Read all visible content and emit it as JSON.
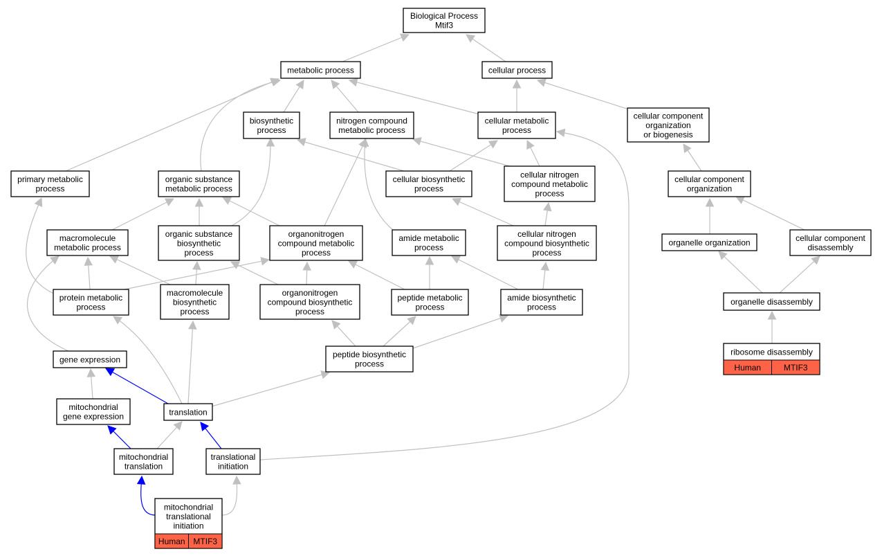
{
  "colors": {
    "edge_is_a": "#c0c0c0",
    "edge_annotated": "#0000ff",
    "annotation_fill": "#ff6347",
    "node_border": "#000000",
    "node_fill": "#ffffff"
  },
  "nodes": {
    "bp": {
      "lines": [
        "Biological Process",
        "Mtif3"
      ]
    },
    "metabolic": {
      "lines": [
        "metabolic process"
      ]
    },
    "cellular": {
      "lines": [
        "cellular process"
      ]
    },
    "biosynthetic": {
      "lines": [
        "biosynthetic",
        "process"
      ]
    },
    "nitrogen_compound_metabolic": {
      "lines": [
        "nitrogen compound",
        "metabolic process"
      ]
    },
    "cellular_metabolic": {
      "lines": [
        "cellular metabolic",
        "process"
      ]
    },
    "ccob": {
      "lines": [
        "cellular component",
        "organization",
        "or biogenesis"
      ]
    },
    "primary_metabolic": {
      "lines": [
        "primary metabolic",
        "process"
      ]
    },
    "organic_substance_metabolic": {
      "lines": [
        "organic substance",
        "metabolic process"
      ]
    },
    "cellular_biosynthetic": {
      "lines": [
        "cellular biosynthetic",
        "process"
      ]
    },
    "cellular_nitrogen_compound_metabolic": {
      "lines": [
        "cellular nitrogen",
        "compound metabolic",
        "process"
      ]
    },
    "cc_organization": {
      "lines": [
        "cellular component",
        "organization"
      ]
    },
    "macromolecule_metabolic": {
      "lines": [
        "macromolecule",
        "metabolic process"
      ]
    },
    "organic_substance_biosynthetic": {
      "lines": [
        "organic substance",
        "biosynthetic",
        "process"
      ]
    },
    "organonitrogen_metabolic": {
      "lines": [
        "organonitrogen",
        "compound metabolic",
        "process"
      ]
    },
    "amide_metabolic": {
      "lines": [
        "amide metabolic",
        "process"
      ]
    },
    "cellular_nitrogen_biosynthetic": {
      "lines": [
        "cellular nitrogen",
        "compound biosynthetic",
        "process"
      ]
    },
    "organelle_organization": {
      "lines": [
        "organelle organization"
      ]
    },
    "cc_disassembly": {
      "lines": [
        "cellular component",
        "disassembly"
      ]
    },
    "protein_metabolic": {
      "lines": [
        "protein metabolic",
        "process"
      ]
    },
    "macromolecule_biosynthetic": {
      "lines": [
        "macromolecule",
        "biosynthetic",
        "process"
      ]
    },
    "organonitrogen_biosynthetic": {
      "lines": [
        "organonitrogen",
        "compound biosynthetic",
        "process"
      ]
    },
    "peptide_metabolic": {
      "lines": [
        "peptide metabolic",
        "process"
      ]
    },
    "amide_biosynthetic": {
      "lines": [
        "amide biosynthetic",
        "process"
      ]
    },
    "organelle_disassembly": {
      "lines": [
        "organelle disassembly"
      ]
    },
    "gene_expression": {
      "lines": [
        "gene expression"
      ]
    },
    "peptide_biosynthetic": {
      "lines": [
        "peptide biosynthetic",
        "process"
      ]
    },
    "ribosome_disassembly": {
      "lines": [
        "ribosome disassembly"
      ],
      "annotations": [
        "Human",
        "MTIF3"
      ]
    },
    "mito_gene_expression": {
      "lines": [
        "mitochondrial",
        "gene expression"
      ]
    },
    "translation": {
      "lines": [
        "translation"
      ]
    },
    "mito_translation": {
      "lines": [
        "mitochondrial",
        "translation"
      ]
    },
    "translational_initiation": {
      "lines": [
        "translational",
        "initiation"
      ]
    },
    "mito_translational_initiation": {
      "lines": [
        "mitochondrial",
        "translational",
        "initiation"
      ],
      "annotations": [
        "Human",
        "MTIF3"
      ]
    }
  },
  "edges": [
    {
      "from": "metabolic",
      "to": "bp",
      "type": "is_a"
    },
    {
      "from": "cellular",
      "to": "bp",
      "type": "is_a"
    },
    {
      "from": "biosynthetic",
      "to": "metabolic",
      "type": "is_a"
    },
    {
      "from": "nitrogen_compound_metabolic",
      "to": "metabolic",
      "type": "is_a"
    },
    {
      "from": "cellular_metabolic",
      "to": "metabolic",
      "type": "is_a"
    },
    {
      "from": "cellular_metabolic",
      "to": "cellular",
      "type": "is_a"
    },
    {
      "from": "ccob",
      "to": "cellular",
      "type": "is_a"
    },
    {
      "from": "primary_metabolic",
      "to": "metabolic",
      "type": "is_a"
    },
    {
      "from": "organic_substance_metabolic",
      "to": "metabolic",
      "type": "is_a"
    },
    {
      "from": "cellular_biosynthetic",
      "to": "biosynthetic",
      "type": "is_a"
    },
    {
      "from": "cellular_biosynthetic",
      "to": "cellular_metabolic",
      "type": "is_a"
    },
    {
      "from": "cellular_nitrogen_compound_metabolic",
      "to": "nitrogen_compound_metabolic",
      "type": "is_a"
    },
    {
      "from": "cellular_nitrogen_compound_metabolic",
      "to": "cellular_metabolic",
      "type": "is_a"
    },
    {
      "from": "cc_organization",
      "to": "ccob",
      "type": "is_a"
    },
    {
      "from": "macromolecule_metabolic",
      "to": "organic_substance_metabolic",
      "type": "is_a"
    },
    {
      "from": "organic_substance_biosynthetic",
      "to": "organic_substance_metabolic",
      "type": "is_a"
    },
    {
      "from": "organic_substance_biosynthetic",
      "to": "biosynthetic",
      "type": "is_a"
    },
    {
      "from": "organonitrogen_metabolic",
      "to": "organic_substance_metabolic",
      "type": "is_a"
    },
    {
      "from": "organonitrogen_metabolic",
      "to": "nitrogen_compound_metabolic",
      "type": "is_a"
    },
    {
      "from": "amide_metabolic",
      "to": "nitrogen_compound_metabolic",
      "type": "is_a"
    },
    {
      "from": "cellular_nitrogen_biosynthetic",
      "to": "cellular_biosynthetic",
      "type": "is_a"
    },
    {
      "from": "cellular_nitrogen_biosynthetic",
      "to": "cellular_nitrogen_compound_metabolic",
      "type": "is_a"
    },
    {
      "from": "organelle_organization",
      "to": "cc_organization",
      "type": "is_a"
    },
    {
      "from": "cc_disassembly",
      "to": "cc_organization",
      "type": "is_a"
    },
    {
      "from": "protein_metabolic",
      "to": "primary_metabolic",
      "type": "is_a"
    },
    {
      "from": "protein_metabolic",
      "to": "macromolecule_metabolic",
      "type": "is_a"
    },
    {
      "from": "protein_metabolic",
      "to": "organonitrogen_metabolic",
      "type": "is_a"
    },
    {
      "from": "macromolecule_biosynthetic",
      "to": "macromolecule_metabolic",
      "type": "is_a"
    },
    {
      "from": "macromolecule_biosynthetic",
      "to": "organic_substance_biosynthetic",
      "type": "is_a"
    },
    {
      "from": "organonitrogen_biosynthetic",
      "to": "organic_substance_biosynthetic",
      "type": "is_a"
    },
    {
      "from": "organonitrogen_biosynthetic",
      "to": "organonitrogen_metabolic",
      "type": "is_a"
    },
    {
      "from": "peptide_metabolic",
      "to": "organonitrogen_metabolic",
      "type": "is_a"
    },
    {
      "from": "peptide_metabolic",
      "to": "amide_metabolic",
      "type": "is_a"
    },
    {
      "from": "amide_biosynthetic",
      "to": "amide_metabolic",
      "type": "is_a"
    },
    {
      "from": "amide_biosynthetic",
      "to": "cellular_nitrogen_biosynthetic",
      "type": "is_a"
    },
    {
      "from": "organelle_disassembly",
      "to": "organelle_organization",
      "type": "is_a"
    },
    {
      "from": "organelle_disassembly",
      "to": "cc_disassembly",
      "type": "is_a"
    },
    {
      "from": "gene_expression",
      "to": "macromolecule_metabolic",
      "type": "is_a"
    },
    {
      "from": "peptide_biosynthetic",
      "to": "organonitrogen_biosynthetic",
      "type": "is_a"
    },
    {
      "from": "peptide_biosynthetic",
      "to": "peptide_metabolic",
      "type": "is_a"
    },
    {
      "from": "peptide_biosynthetic",
      "to": "amide_biosynthetic",
      "type": "is_a"
    },
    {
      "from": "ribosome_disassembly",
      "to": "organelle_disassembly",
      "type": "is_a"
    },
    {
      "from": "mito_gene_expression",
      "to": "gene_expression",
      "type": "is_a"
    },
    {
      "from": "translation",
      "to": "gene_expression",
      "type": "annotated"
    },
    {
      "from": "translation",
      "to": "protein_metabolic",
      "type": "is_a"
    },
    {
      "from": "translation",
      "to": "macromolecule_biosynthetic",
      "type": "is_a"
    },
    {
      "from": "translation",
      "to": "peptide_biosynthetic",
      "type": "is_a"
    },
    {
      "from": "mito_translation",
      "to": "mito_gene_expression",
      "type": "annotated"
    },
    {
      "from": "mito_translation",
      "to": "translation",
      "type": "is_a"
    },
    {
      "from": "translational_initiation",
      "to": "translation",
      "type": "annotated"
    },
    {
      "from": "translational_initiation",
      "to": "cellular_metabolic",
      "type": "is_a"
    },
    {
      "from": "mito_translational_initiation",
      "to": "mito_translation",
      "type": "annotated"
    },
    {
      "from": "mito_translational_initiation",
      "to": "translational_initiation",
      "type": "is_a"
    }
  ]
}
